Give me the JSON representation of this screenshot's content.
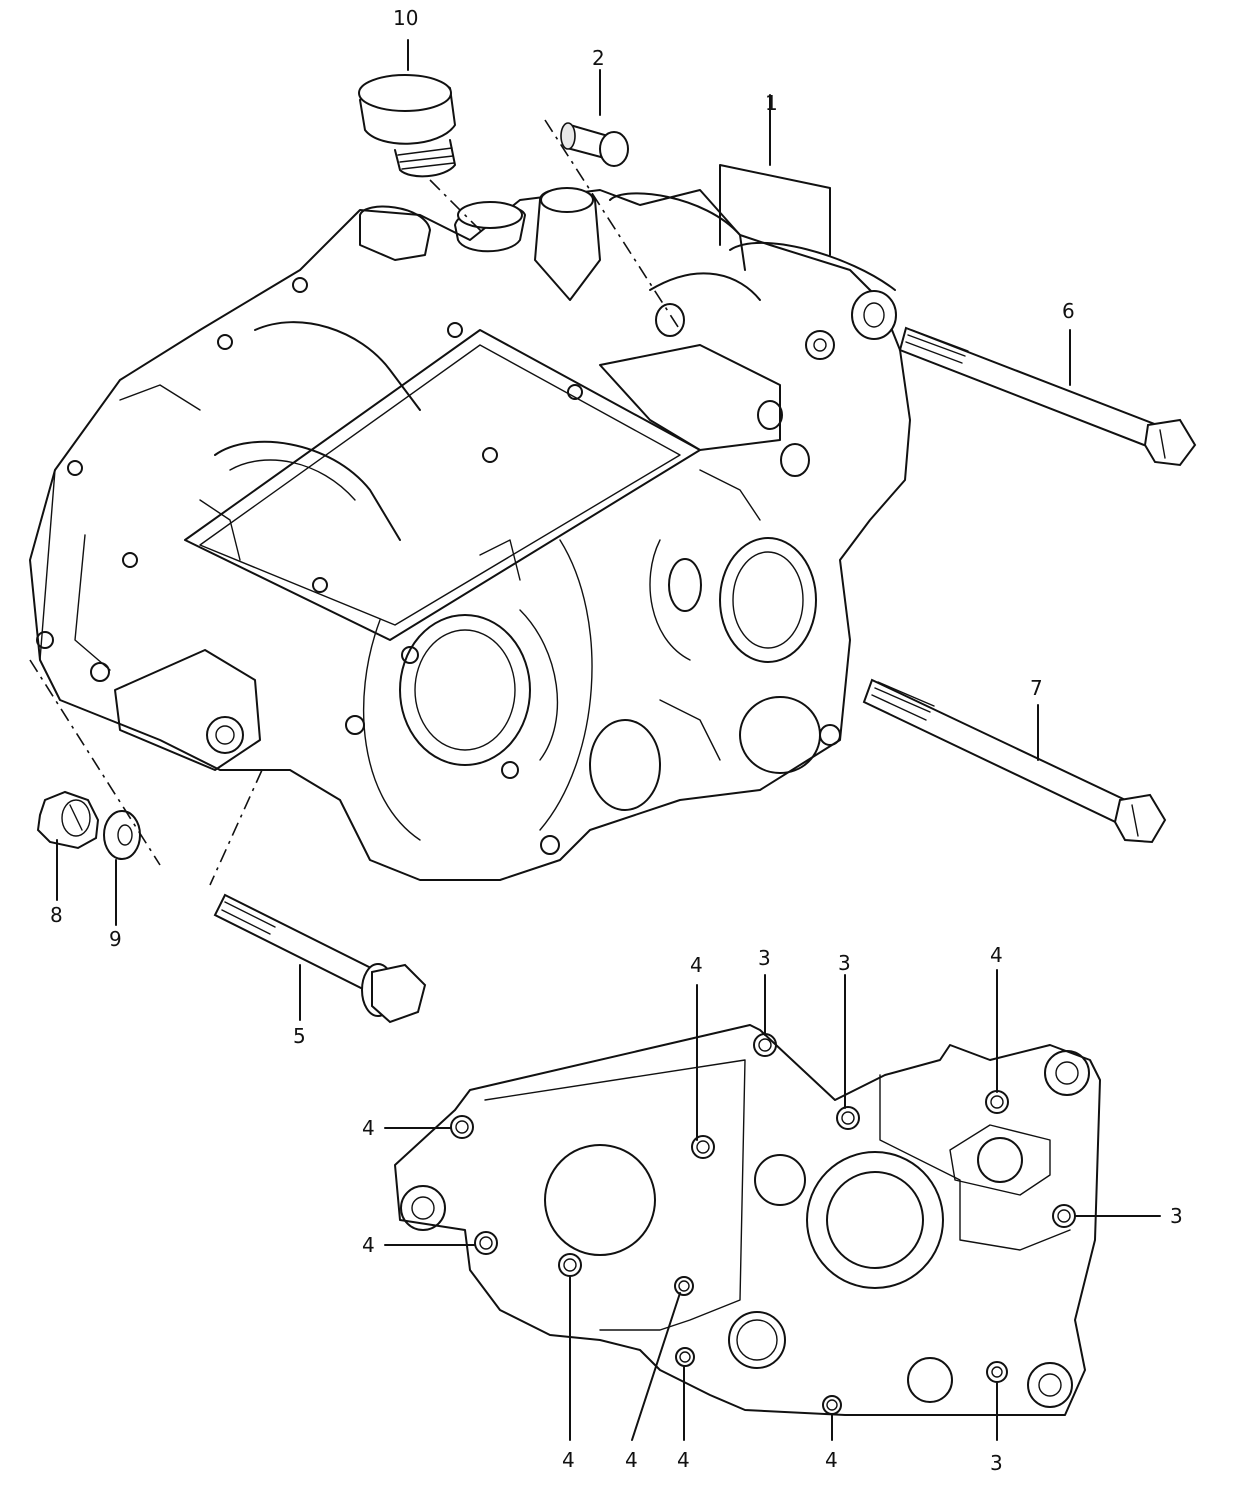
{
  "callouts": {
    "c1": "1",
    "c2": "2",
    "c3a": "3",
    "c3b": "3",
    "c3c": "3",
    "c3d": "3",
    "c4a": "4",
    "c4b": "4",
    "c4c": "4",
    "c4d": "4",
    "c4e": "4",
    "c4f": "4",
    "c4g": "4",
    "c4h": "4",
    "c5": "5",
    "c6": "6",
    "c7": "7",
    "c8": "8",
    "c9": "9",
    "c10": "10"
  }
}
